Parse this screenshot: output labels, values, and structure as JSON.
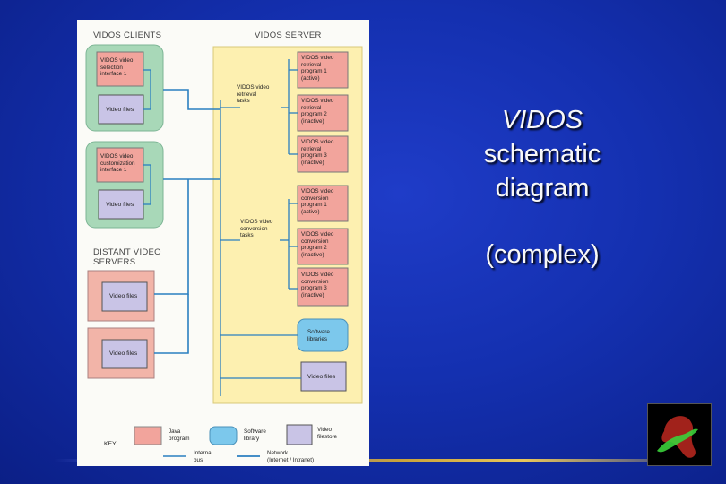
{
  "slide": {
    "title_line1": "VIDOS",
    "title_line2": "schematic",
    "title_line3": "diagram",
    "subtitle": "(complex)"
  },
  "diagram": {
    "clients_header": "VIDOS CLIENTS",
    "server_header": "VIDOS SERVER",
    "distant_header": "DISTANT VIDEO\nSERVERS",
    "client1_java": "VIDOS video\nselection\ninterface 1",
    "client1_files": "Video files",
    "client2_java": "VIDOS video\ncustomization\ninterface 1",
    "client2_files": "Video files",
    "distant1_files": "Video files",
    "distant2_files": "Video files",
    "retrieval_tasks": "VIDOS video\nretrieval\ntasks",
    "conversion_tasks": "VIDOS video\nconversion\ntasks",
    "retrieval1": "VIDOS video\nretrieval\nprogram 1\n(active)",
    "retrieval2": "VIDOS video\nretrieval\nprogram 2\n(inactive)",
    "retrieval3": "VIDOS video\nretrieval\nprogram 3\n(inactive)",
    "conversion1": "VIDOS video\nconversion\nprogram 1\n(active)",
    "conversion2": "VIDOS video\nconversion\nprogram 2\n(inactive)",
    "conversion3": "VIDOS video\nconversion\nprogram 3\n(inactive)",
    "software_libraries": "Software\nlibraries",
    "server_files": "Video files"
  },
  "key": {
    "title": "KEY",
    "java": "Java\nprogram",
    "software": "Software\nlibrary",
    "filestore": "Video\nfilestore",
    "internal_bus": "Internal\nbus",
    "network": "Network\n(Internet / Intranet)"
  },
  "colors": {
    "java": "#f2a49c",
    "client_group": "#a8d8b8",
    "server_group": "#fdf0b0",
    "filestore": "#c9c4e6",
    "software": "#7cc8ec",
    "bus": "#2b7fc0",
    "background": "#1430b0"
  }
}
